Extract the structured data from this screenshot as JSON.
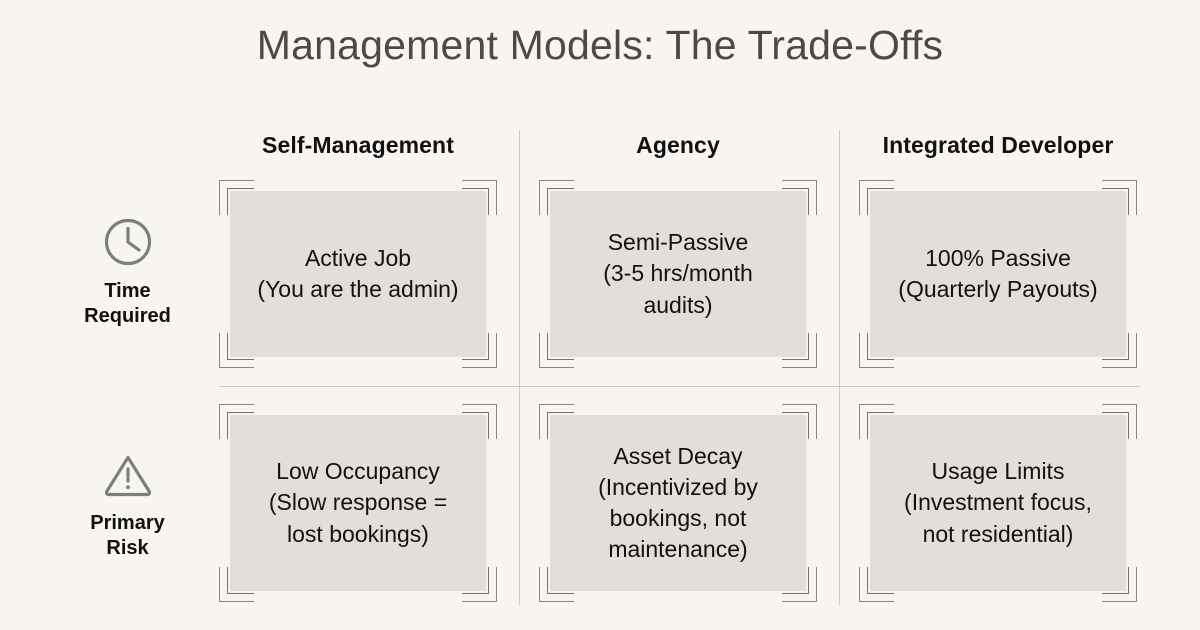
{
  "title": "Management Models: The Trade-Offs",
  "colors": {
    "background": "#f8f4f1",
    "card_fill": "#e3dedb",
    "bracket": "#8c857f",
    "divider": "#cfc9c4",
    "icon": "#7a8278",
    "title_text": "#4c4a47",
    "body_text": "#111111"
  },
  "columns": [
    {
      "label": "Self-Management"
    },
    {
      "label": "Agency"
    },
    {
      "label": "Integrated Developer"
    }
  ],
  "rows": [
    {
      "icon": "clock-icon",
      "label": "Time\nRequired",
      "cells": [
        {
          "text": "Active Job\n(You are the admin)"
        },
        {
          "text": "Semi-Passive\n(3-5 hrs/month\naudits)"
        },
        {
          "text": "100% Passive\n(Quarterly Payouts)"
        }
      ]
    },
    {
      "icon": "warning-triangle-icon",
      "label": "Primary\nRisk",
      "cells": [
        {
          "text": "Low Occupancy\n(Slow response =\nlost bookings)"
        },
        {
          "text": "Asset Decay\n(Incentivized by\nbookings, not\nmaintenance)"
        },
        {
          "text": "Usage Limits\n(Investment focus,\nnot residential)"
        }
      ]
    }
  ]
}
